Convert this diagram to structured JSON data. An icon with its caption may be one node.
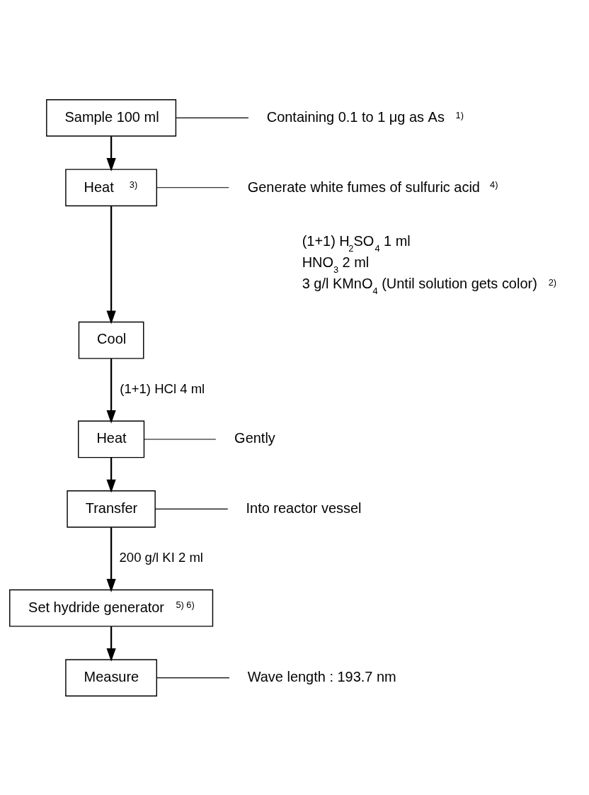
{
  "diagram": {
    "nodes": [
      {
        "text": [
          "Sample 100 ml"
        ]
      },
      {
        "text": [
          "Containing 0.1 to 1 μg as As $^{1)}$"
        ]
      },
      {
        "text": [
          "Heat $^{3)}$"
        ]
      },
      {
        "text": [
          "Generate white fumes of sulfuric acid $^{4)}$"
        ]
      },
      {
        "text": [
          "Cool"
        ]
      },
      {
        "text": [
          "Heat"
        ]
      },
      {
        "text": [
          "Gently"
        ]
      },
      {
        "text": [
          "Transfer"
        ]
      },
      {
        "text": [
          "Into reactor vessel"
        ]
      },
      {
        "text": [
          "Set hydride generator $^{5) 6)}$"
        ]
      },
      {
        "text": [
          "Measure"
        ]
      },
      {
        "text": [
          "Wave length : 193.7 nm"
        ]
      }
    ],
    "edges": [
      {
        "from": 0,
        "to": 1,
        "arrow": "none"
      },
      {
        "from": 0,
        "to": 2,
        "arrow": "to"
      },
      {
        "from": 2,
        "to": 3,
        "arrow": "none"
      },
      {
        "from": 2,
        "to": 4,
        "arrow": "to"
      },
      {
        "from": 4,
        "to": 5,
        "arrow": "to",
        "label": "(1+1) HCl 4 ml"
      },
      {
        "from": 5,
        "to": 6,
        "arrow": "none"
      },
      {
        "from": 5,
        "to": 7,
        "arrow": "to"
      },
      {
        "from": 7,
        "to": 8,
        "arrow": "none"
      },
      {
        "from": 7,
        "to": 9,
        "arrow": "to",
        "label": "200 g/l KI 2 ml"
      },
      {
        "from": 9,
        "to": 10,
        "arrow": "to"
      },
      {
        "from": 10,
        "to": 11,
        "arrow": "none"
      }
    ],
    "labels": [
      "(1+1) H$_{2}$SO$_{4}$ 1 ml",
      "HNO$_{3}$ 2 ml",
      "3 g/l KMnO$_{4}$ (Until solution gets color) $^{2)}$"
    ]
  }
}
